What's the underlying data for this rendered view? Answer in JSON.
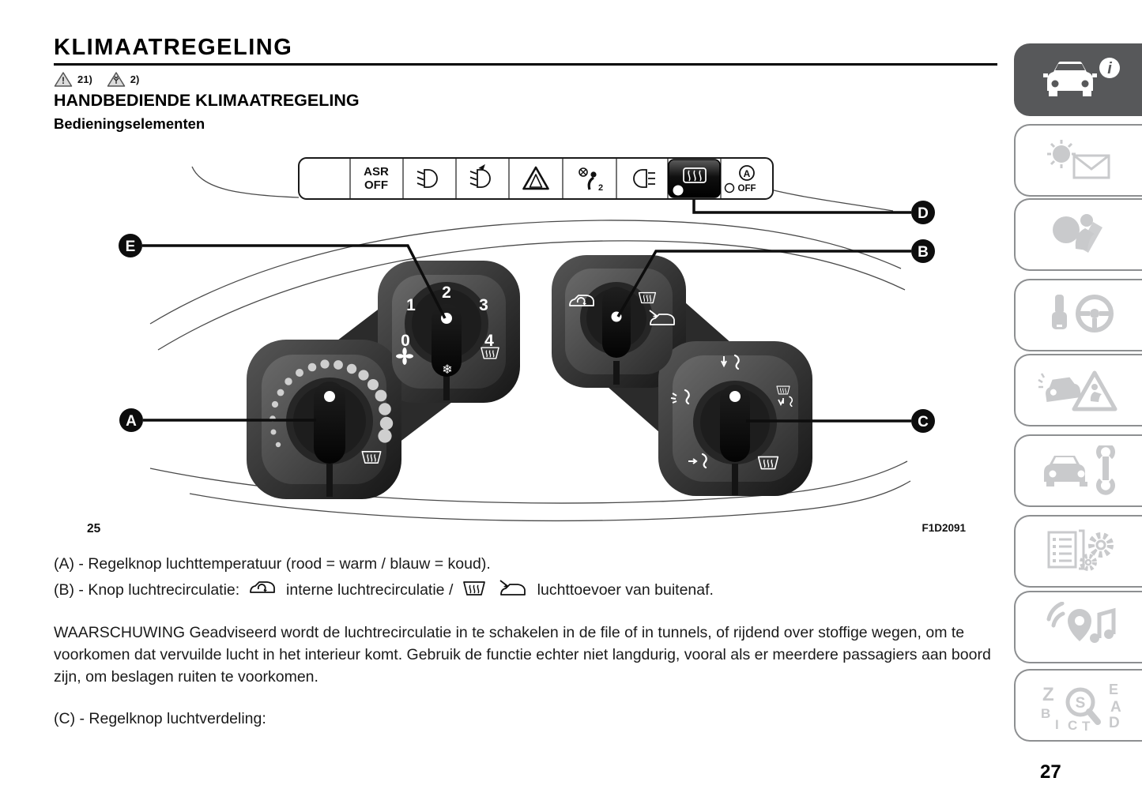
{
  "page": {
    "title": "KLIMAATREGELING",
    "number": "27"
  },
  "header": {
    "warnings": [
      {
        "icon": "warning-triangle-icon",
        "label": "21)"
      },
      {
        "icon": "environment-triangle-icon",
        "label": "2)"
      }
    ],
    "section": "HANDBEDIENDE KLIMAATREGELING",
    "subsection": "Bedieningselementen"
  },
  "figure": {
    "number": "25",
    "code": "F1D2091",
    "strip": {
      "asr_line1": "ASR",
      "asr_line2": "OFF",
      "a_letter": "A",
      "a_off": "OFF",
      "airbag_sub": "2"
    },
    "fan_labels": [
      "1",
      "2",
      "3",
      "0",
      "4"
    ],
    "snowflake": "❄",
    "callouts": {
      "a": "A",
      "b": "B",
      "c": "C",
      "d": "D",
      "e": "E"
    }
  },
  "body": {
    "item_a": "(A) - Regelknop luchttemperatuur (rood = warm / blauw = koud).",
    "item_b_1": "(B) - Knop luchtrecirculatie:",
    "item_b_2": "interne luchtrecirculatie /",
    "item_b_3": "luchttoevoer van buitenaf.",
    "warning": "WAARSCHUWING Geadviseerd wordt de luchtrecirculatie in te schakelen in de file of in tunnels, of rijdend over stoffige wegen, om te voorkomen dat vervuilde lucht in het interieur komt. Gebruik de functie echter niet langdurig, vooral als er meerdere passagiers aan boord zijn, om beslagen ruiten te voorkomen.",
    "item_c": "(C) - Regelknop luchtverdeling:"
  },
  "sidebar": {
    "info_glyph": "i",
    "lens_glyph": "S",
    "index_letters": [
      "Z",
      "E",
      "B",
      "A",
      "I",
      "C",
      "T",
      "D"
    ],
    "tabs": [
      {
        "name": "vehicle-info",
        "active": true
      },
      {
        "name": "warning-lights-messages",
        "active": false
      },
      {
        "name": "safety",
        "active": false
      },
      {
        "name": "starting-driving",
        "active": false
      },
      {
        "name": "emergency",
        "active": false
      },
      {
        "name": "maintenance-care",
        "active": false
      },
      {
        "name": "technical-data",
        "active": false
      },
      {
        "name": "multimedia",
        "active": false
      },
      {
        "name": "index",
        "active": false
      }
    ]
  },
  "colors": {
    "active_tab_bg": "#57585a",
    "tab_icon": "#c9cacc",
    "pod_dark": "#1c1c1c",
    "pod_mid": "#525252"
  }
}
